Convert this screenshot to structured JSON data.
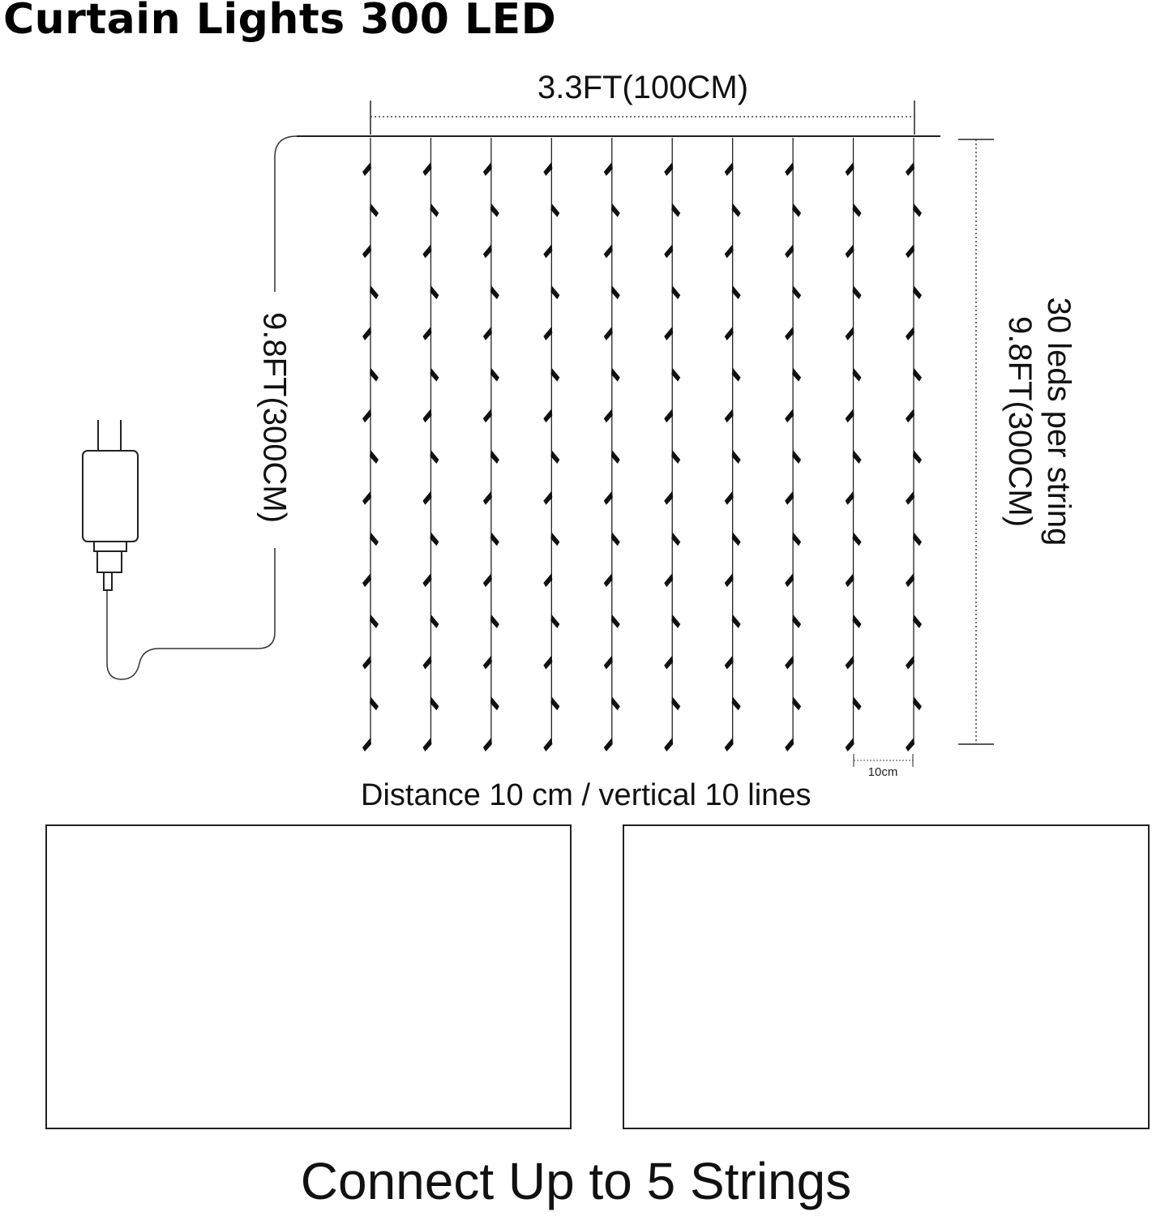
{
  "title": "Curtain Lights 300 LED",
  "dimensions": {
    "width_label": "3.3FT(100CM)",
    "height_label": "9.8FT(300CM)",
    "leds_per_string": "30 leds per string",
    "right_height_label": "9.8FT(300CM)",
    "spacing_label": "10cm"
  },
  "distance_text": "Distance 10 cm / vertical 10 lines",
  "footer_text": "Connect Up to 5 Strings",
  "curtain": {
    "strings": 10,
    "leds_per_string": 30
  },
  "colors": {
    "line": "#222222",
    "led": "#111111",
    "photo_bg": "#ffffff",
    "adapter": "#2b2b2b",
    "connector_clear": "#e4eaef"
  },
  "photos": [
    {
      "name": "connector-and-adapter-photo"
    },
    {
      "name": "waterproof-connector-photo"
    }
  ]
}
